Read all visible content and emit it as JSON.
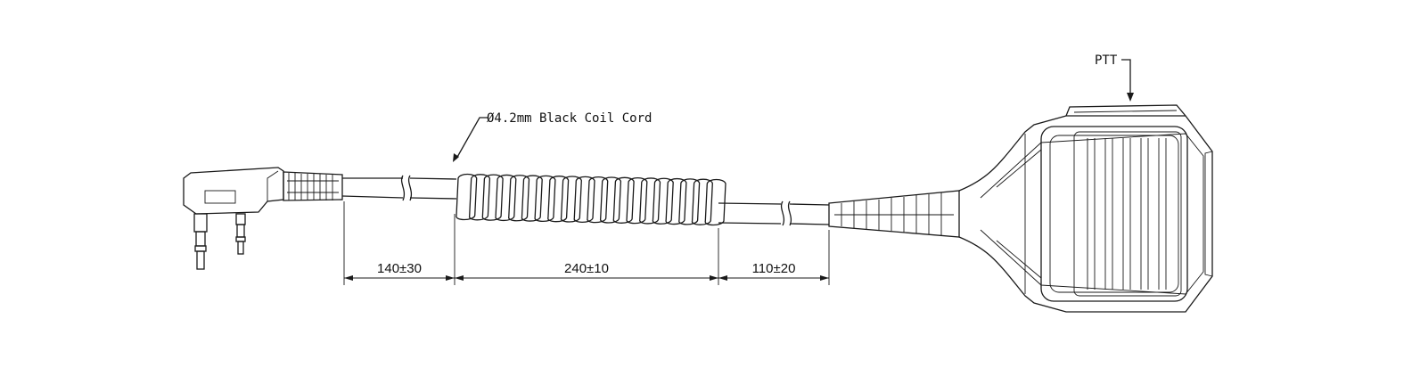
{
  "diagram": {
    "cord_label": "Ø4.2mm Black Coil Cord",
    "ptt_label": "PTT",
    "dimensions": [
      "140±30",
      "240±10",
      "110±20"
    ]
  }
}
